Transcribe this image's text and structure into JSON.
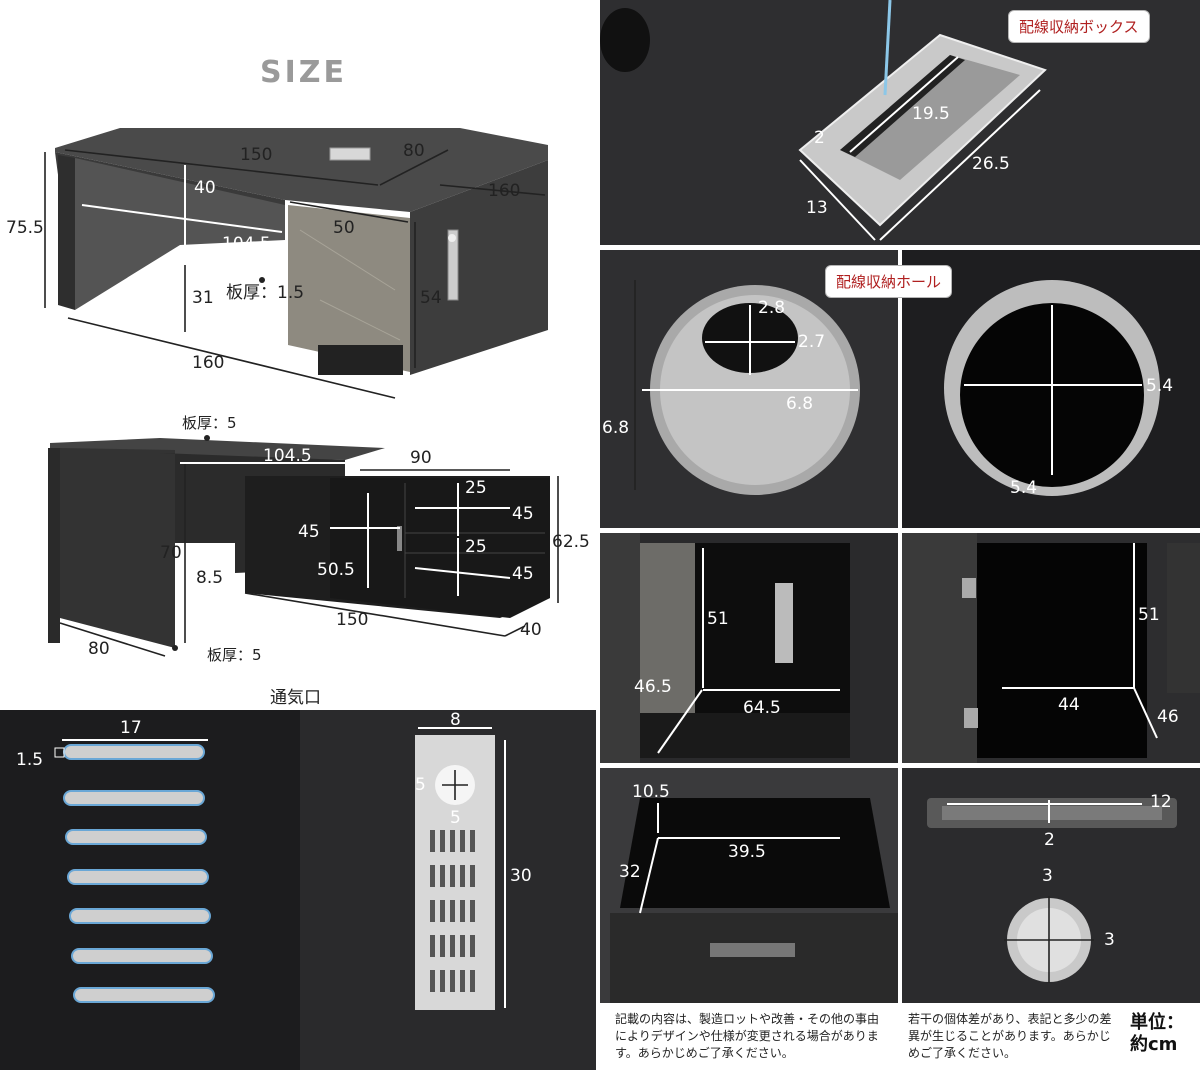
{
  "size_title": "SIZE",
  "main_dims": {
    "top_width": "150",
    "top_depth": "80",
    "side_depth": "160",
    "top_gap": "40",
    "height": "75.5",
    "front_span": "50",
    "inner_width": "104.5",
    "leg_height": "31",
    "board_thickness": "板厚：1.5",
    "cabinet_height": "54",
    "bottom_width": "160"
  },
  "back_dims": {
    "board_thickness_top": "板厚：5",
    "inner_width": "104.5",
    "cabinet_width": "90",
    "drawer_upper": "25",
    "drawer_upper_w": "45",
    "door_w": "45",
    "drawer_lower": "25",
    "door_h": "50.5",
    "drawer_lower_w": "45",
    "leg_height": "70",
    "kick": "8.5",
    "total_height": "62.5",
    "cabinet_length": "150",
    "cabinet_depth": "40",
    "desk_depth": "80",
    "board_thickness_bottom": "板厚：5"
  },
  "vent": {
    "caption": "通気口",
    "slot_length": "17",
    "slot_height": "1.5",
    "plate_width": "8",
    "hole_w": "5",
    "hole_h": "5",
    "plate_height": "30"
  },
  "cable_box": {
    "label": "配線収納ボックス",
    "slot_width": "2",
    "slot_length": "19.5",
    "box_length": "26.5",
    "box_width": "13"
  },
  "cable_hole": {
    "label": "配線収納ホール",
    "cap_h": "2.8",
    "cap_w": "2.7",
    "outer_w": "6.8",
    "outer_h": "6.8",
    "inner_w": "5.4",
    "inner_h": "5.4"
  },
  "cabinet_left": {
    "height": "51",
    "depth": "46.5",
    "width": "64.5"
  },
  "cabinet_right": {
    "height": "51",
    "width": "44",
    "depth": "46"
  },
  "drawer": {
    "front_gap": "10.5",
    "inner_width": "39.5",
    "depth": "32"
  },
  "handle": {
    "length": "12",
    "height": "2"
  },
  "lock": {
    "height": "3",
    "width": "3"
  },
  "notes": {
    "left": "記載の内容は、製造ロットや改善・その他の事由によりデザインや仕様が変更される場合があります。あらかじめご了承ください。",
    "right": "若干の個体差があり、表記と多少の差異が生じることがあります。あらかじめご了承ください。",
    "unit": "単位：約cm"
  }
}
